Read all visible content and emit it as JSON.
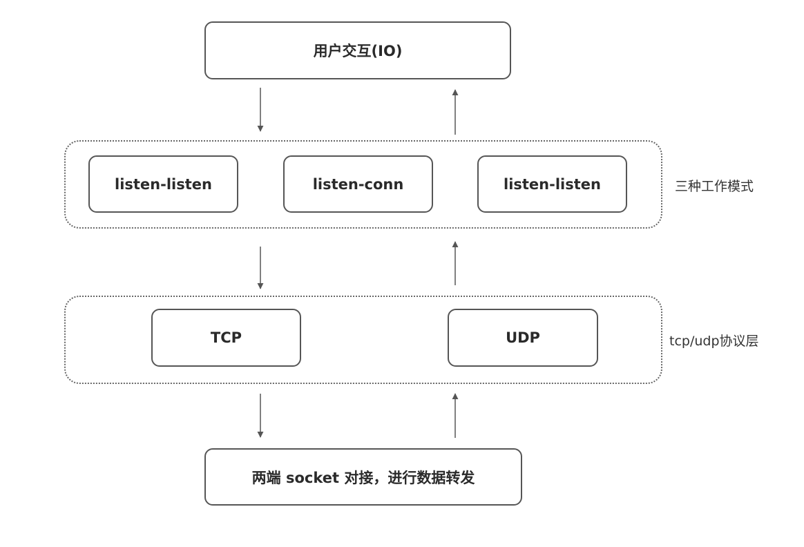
{
  "top_box": {
    "label": "用户交互(IO)"
  },
  "mode_group": {
    "label": "三种工作模式",
    "boxes": [
      {
        "label": "listen-listen"
      },
      {
        "label": "listen-conn"
      },
      {
        "label": "listen-listen"
      }
    ]
  },
  "protocol_group": {
    "label": "tcp/udp协议层",
    "boxes": [
      {
        "label": "TCP"
      },
      {
        "label": "UDP"
      }
    ]
  },
  "bottom_box": {
    "label": "两端 socket 对接，进行数据转发"
  },
  "arrows": {
    "down": 3,
    "up": 3
  }
}
